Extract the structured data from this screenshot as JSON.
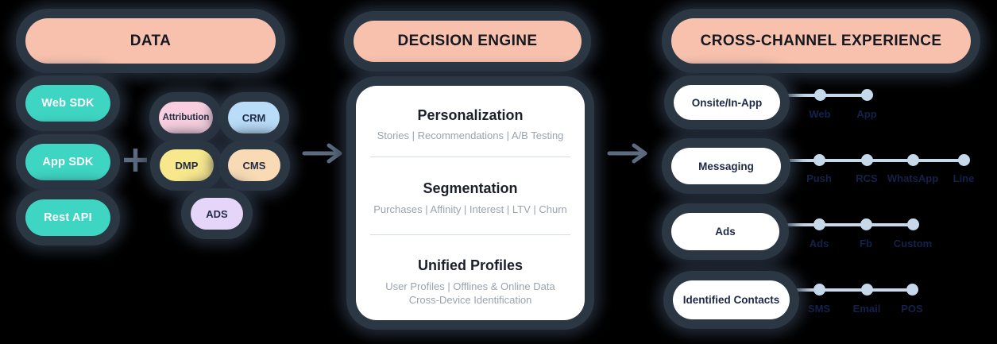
{
  "data_section": {
    "title": "DATA",
    "sources": [
      {
        "label": "Web SDK"
      },
      {
        "label": "App SDK"
      },
      {
        "label": "Rest API"
      }
    ],
    "integrations": [
      {
        "label": "Attribution",
        "color": "#f9cfdf"
      },
      {
        "label": "CRM",
        "color": "#b9dcf8"
      },
      {
        "label": "DMP",
        "color": "#f7e78d"
      },
      {
        "label": "CMS",
        "color": "#f8dbb5"
      },
      {
        "label": "ADS",
        "color": "#e4d5f9"
      }
    ]
  },
  "decision_engine": {
    "title": "DECISION ENGINE",
    "blocks": [
      {
        "heading": "Personalization",
        "line1": "Stories | Recommendations | A/B Testing"
      },
      {
        "heading": "Segmentation",
        "line1": "Purchases | Affinity | Interest | LTV | Churn"
      },
      {
        "heading": "Unified Profiles",
        "line1": "User Profiles | Offlines & Online Data",
        "line2": "Cross-Device Identification"
      }
    ]
  },
  "cross_channel": {
    "title": "CROSS-CHANNEL EXPERIENCE",
    "rows": [
      {
        "label": "Onsite/In-App",
        "channels": [
          "Web",
          "App"
        ]
      },
      {
        "label": "Messaging",
        "channels": [
          "Push",
          "RCS",
          "WhatsApp",
          "Line"
        ]
      },
      {
        "label": "Ads",
        "channels": [
          "Ads",
          "Fb",
          "Custom"
        ]
      },
      {
        "label": "Identified Contacts",
        "channels": [
          "SMS",
          "Email",
          "POS"
        ]
      }
    ]
  },
  "colors": {
    "header_pill": "#f7c1ae",
    "source_pill": "#3ed6c3",
    "halo": "#2c3744",
    "connector": "#c6d9ea",
    "arrow": "#5d6b80",
    "channel_label": "#14224a",
    "card_background": "#ffffff",
    "card_subtext": "#9aa3ae"
  }
}
